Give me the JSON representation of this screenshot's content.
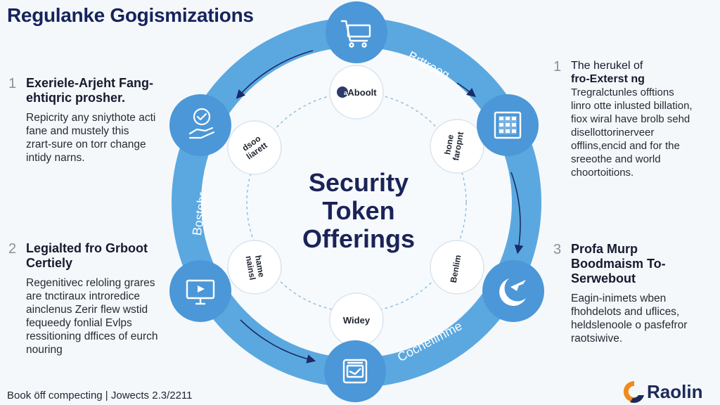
{
  "title": "Regulanke Gogismizations",
  "center": [
    "Security",
    "Token",
    "Offerings"
  ],
  "ring_labels": {
    "top_right": "Brttroog",
    "left": "Bostebr",
    "bottom_right": "Cochefimme"
  },
  "inner_labels": [
    {
      "text": "Aboolt"
    },
    {
      "text": "hone\nfaropnt"
    },
    {
      "text": "Benlim"
    },
    {
      "text": "Widey"
    },
    {
      "text": "hame\nnainsl"
    },
    {
      "text": "dsoo\nliarett"
    }
  ],
  "blocks": {
    "left1": {
      "num": "1",
      "head": "Exeriele-Arjeht Fang-ehtiqric prosher.",
      "body": "Repicrity any sniythote acti fane and mustely this zrart-sure on torr change intidy narns."
    },
    "left2": {
      "num": "2",
      "head": "Legialted fro Grboot Certiely",
      "body": "Regenitivec reloling grares are tnctiraux introredice ainclenus Zerir flew wstid fequeedy fonlial Evlps ressitioning dffices of eurch nouring"
    },
    "right1": {
      "num": "1",
      "head_line1": "The herukel of",
      "head_line2": "fro-Exterst ng",
      "body": "Tregralctunles offtions linro otte inlusted billation, fiox wiral have brolb sehd disellottorinerveer offlins,encid and for the sreeothe and world choortoitions."
    },
    "right3": {
      "num": "3",
      "head": "Profa Murp Boodmaism To-Serwebout",
      "body": "Eagin-inimets wben fhohdelots and uflices, heldslenoole o pasfefror raotsiwive."
    }
  },
  "footer": "Book öff compecting | Jowects 2.3/2211",
  "logo": {
    "text": "Raolin"
  },
  "colors": {
    "ring": "#5ba8e0",
    "node": "#4b97d8",
    "title": "#16235c",
    "center_text": "#1a2458"
  },
  "icons": [
    "cart-icon",
    "calculator-grid-icon",
    "moon-plane-icon",
    "document-box-icon",
    "monitor-icon",
    "badge-hand-icon"
  ]
}
